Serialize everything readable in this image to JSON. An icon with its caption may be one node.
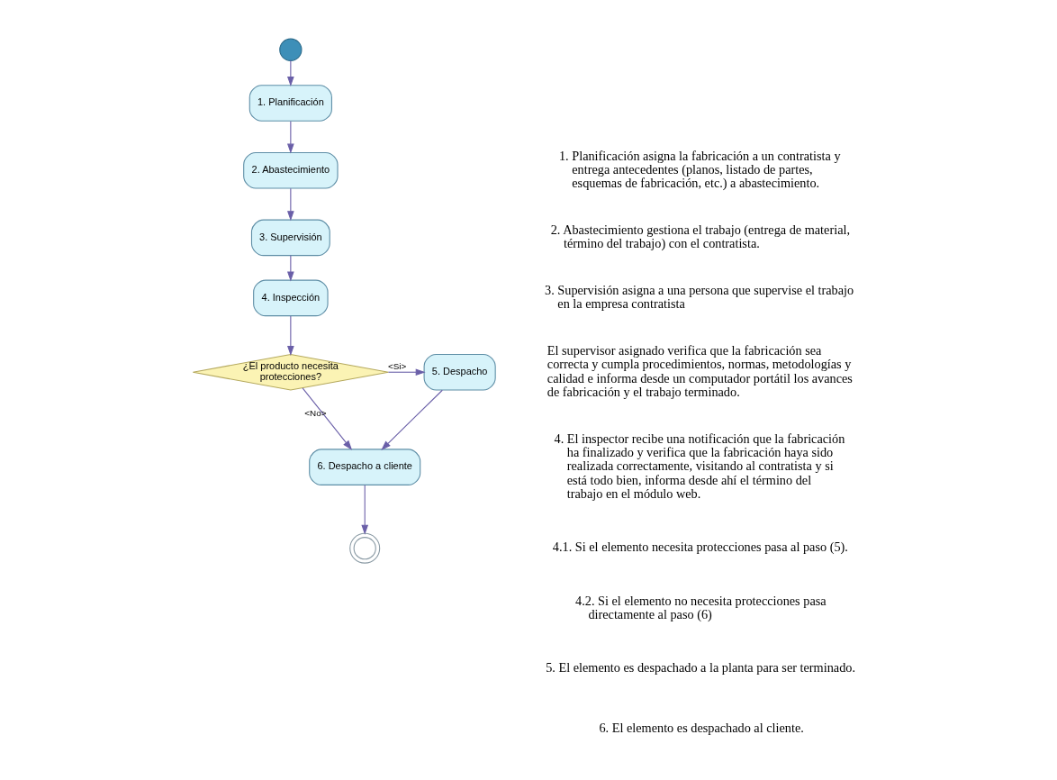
{
  "diagram": {
    "nodes": [
      {
        "text": [],
        "shape": "circle"
      },
      {
        "text": [
          "1. Planificación"
        ]
      },
      {
        "text": [
          "2. Abastecimiento"
        ]
      },
      {
        "text": [
          "3. Supervisión"
        ]
      },
      {
        "text": [
          "4. Inspección"
        ]
      },
      {
        "text": [
          "¿El producto necesita protecciones?"
        ]
      },
      {
        "text": [
          "5. Despacho"
        ]
      },
      {
        "text": [
          "6. Despacho a cliente"
        ]
      },
      {
        "text": [],
        "shape": "circle"
      }
    ],
    "edges": [
      {
        "from": 0,
        "to": 1,
        "arrow": "to"
      },
      {
        "from": 1,
        "to": 2,
        "arrow": "to"
      },
      {
        "from": 2,
        "to": 3,
        "arrow": "to"
      },
      {
        "from": 3,
        "to": 4,
        "arrow": "to"
      },
      {
        "from": 4,
        "to": 5,
        "arrow": "to"
      },
      {
        "from": 5,
        "to": 6,
        "arrow": "to",
        "label": "<Si>"
      },
      {
        "from": 5,
        "to": 7,
        "arrow": "to",
        "label": "<No>"
      },
      {
        "from": 6,
        "to": 7,
        "arrow": "to"
      },
      {
        "from": 7,
        "to": 8,
        "arrow": "to"
      }
    ],
    "labels": [
      "1. Planificación asigna la fabricación a un contratista y entrega antecedentes (planos, listado de partes, esquemas de fabricación, etc.) a abastecimiento.",
      "2. Abastecimiento gestiona el trabajo (entrega de material, término del trabajo) con el contratista.",
      "3. Supervisión asigna a una persona que supervise el trabajo en la empresa contratista",
      "El supervisor asignado verifica que la fabricación sea correcta y cumpla procedimientos, normas, metodologías y calidad e informa desde un computador portátil los avances de fabricación y el trabajo terminado.",
      "4. El inspector recibe una notificación que la fabricación ha finalizado y verifica que la fabricación haya sido realizada correctamente, visitando al contratista y si está todo bien, informa desde ahí el término del trabajo en el módulo web.",
      "4.1. Si el elemento necesita protecciones pasa al paso (5).",
      "4.2. Si el elemento no necesita protecciones pasa directamente al paso (6)",
      "5. El elemento es despachado a la planta para ser terminado.",
      "6. El elemento es despachado al cliente."
    ]
  }
}
